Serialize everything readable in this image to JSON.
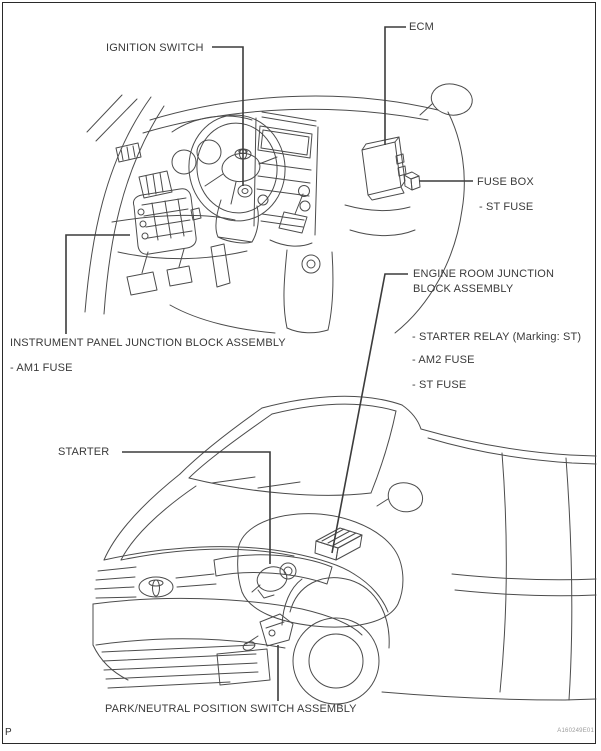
{
  "page": {
    "page_letter": "P",
    "figure_code": "A160249E01"
  },
  "callouts": {
    "ignition_switch": {
      "label": "IGNITION SWITCH"
    },
    "ecm": {
      "label": "ECM"
    },
    "fuse_box": {
      "label": "FUSE BOX",
      "items": [
        "- ST FUSE"
      ]
    },
    "engine_room_junction_block": {
      "label_lines": [
        "ENGINE ROOM JUNCTION",
        "BLOCK ASSEMBLY"
      ],
      "items": [
        "- STARTER RELAY (Marking: ST)",
        "- AM2 FUSE",
        "- ST FUSE"
      ]
    },
    "instrument_panel_junction_block": {
      "label": "INSTRUMENT PANEL JUNCTION BLOCK ASSEMBLY",
      "items": [
        "- AM1 FUSE"
      ]
    },
    "starter": {
      "label": "STARTER"
    },
    "park_neutral_position_switch": {
      "label": "PARK/NEUTRAL POSITION SWITCH ASSEMBLY"
    }
  },
  "colors": {
    "background": "#ffffff",
    "border": "#2a2a2a",
    "artwork_line": "#4c4c4c",
    "leader_line": "#3c3c3c",
    "label_text": "#3a3a3a",
    "figure_code_text": "#9b9b9b"
  }
}
